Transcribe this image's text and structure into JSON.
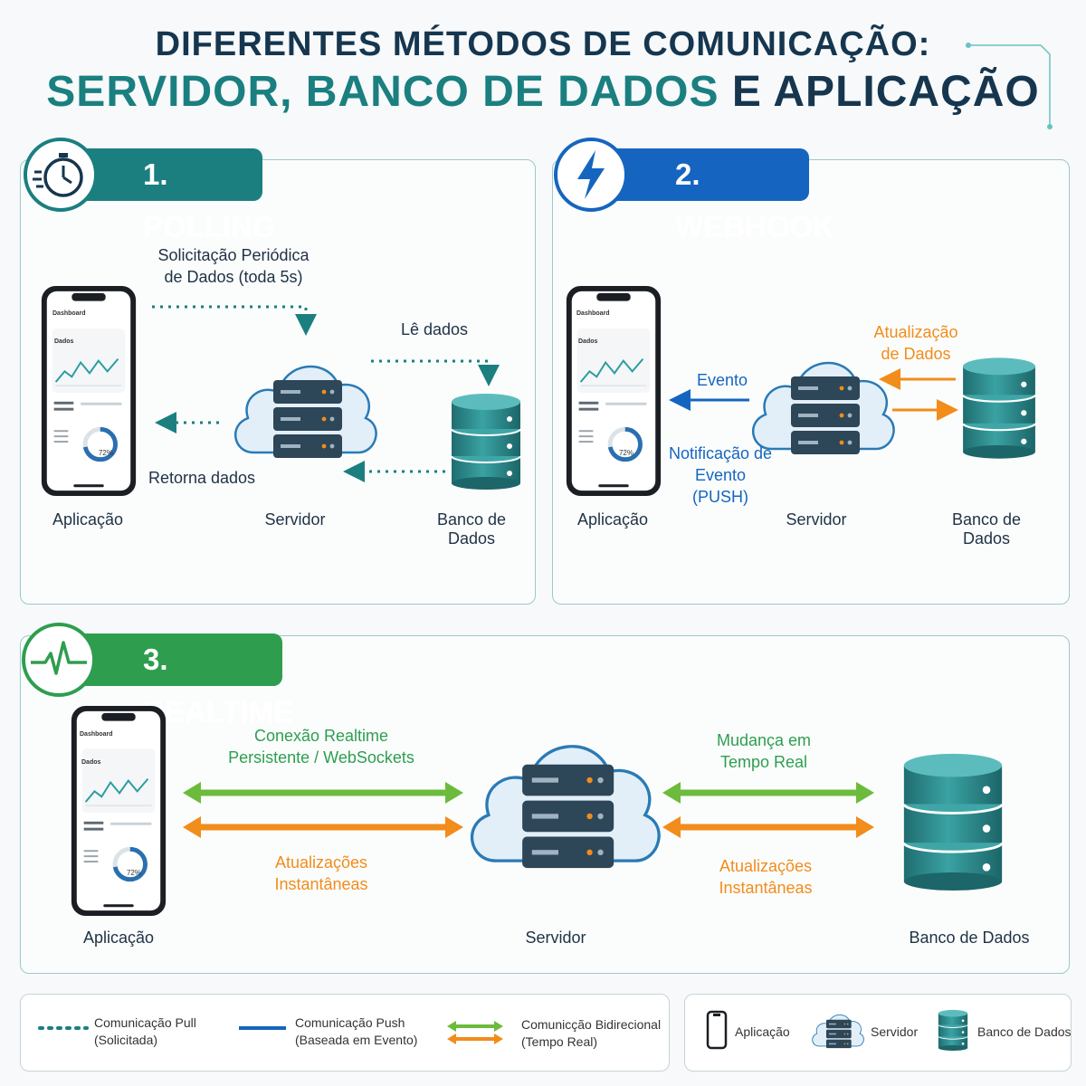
{
  "title": {
    "line1": "DIFERENTES MÉTODOS DE COMUNICAÇÃO:",
    "line2_a": "SERVIDOR, BANCO DE DADOS",
    "line2_b": " E APLICAÇÃO"
  },
  "polling": {
    "header": "1. POLLING",
    "note_request_1": "Solicitação Periódica",
    "note_request_2": "de Dados (toda 5s)",
    "note_read": "Lê dados",
    "note_return": "Retorna dados",
    "label_app": "Aplicação",
    "label_server": "Servidor",
    "label_db": "Banco de Dados"
  },
  "webhook": {
    "header": "2. WEBHOOK",
    "note_update_1": "Atualização",
    "note_update_2": "de Dados",
    "note_event": "Evento",
    "note_push_1": "Notificação de",
    "note_push_2": "Evento (PUSH)",
    "label_app": "Aplicação",
    "label_server": "Servidor",
    "label_db": "Banco de Dados"
  },
  "realtime": {
    "header": "3. REALTIME",
    "note_conn_1": "Conexão Realtime",
    "note_conn_2": "Persistente / WebSockets",
    "note_upd_left_1": "Atualizações",
    "note_upd_left_2": "Instantâneas",
    "note_change_1": "Mudança em",
    "note_change_2": "Tempo Real",
    "note_upd_right_1": "Atualizações",
    "note_upd_right_2": "Instantâneas",
    "label_app": "Aplicação",
    "label_server": "Servidor",
    "label_db": "Banco de Dados"
  },
  "phone": {
    "dashboard": "Dashboard",
    "dados": "Dados",
    "percent": "72%"
  },
  "legend": {
    "pull_1": "Comunicação Pull",
    "pull_2": "(Solicitada)",
    "push_1": "Comunicação Push",
    "push_2": "(Baseada em Evento)",
    "bidir_1": "Comunicção Bidirecional",
    "bidir_2": "(Tempo Real)",
    "icon_app": "Aplicação",
    "icon_server": "Servidor",
    "icon_db": "Banco de Dados"
  },
  "colors": {
    "teal": "#1b7f80",
    "blue": "#1565c0",
    "green": "#2e9e4e",
    "orange": "#f28c1a",
    "navy": "#16364f"
  },
  "icons": [
    "stopwatch-icon",
    "lightning-icon",
    "heartbeat-icon",
    "phone-icon",
    "cloud-server-icon",
    "database-icon"
  ]
}
